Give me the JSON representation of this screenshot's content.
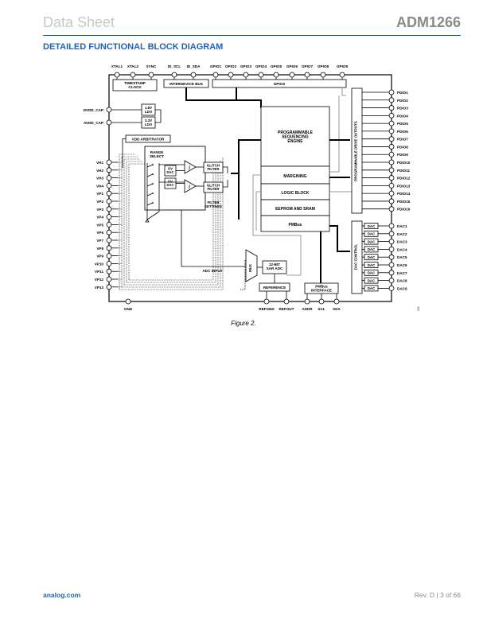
{
  "header": {
    "section": "Data Sheet",
    "part_number": "ADM1266"
  },
  "title": "DETAILED FUNCTIONAL BLOCK DIAGRAM",
  "diagram": {
    "top_pins": [
      "XTAL1",
      "XTAL2",
      "SYNC",
      "ID_SCL",
      "ID_SDA",
      "GPIO1",
      "GPIO2",
      "GPIO3",
      "GPIO4",
      "GPIO5",
      "GPIO6",
      "GPIO7",
      "GPIO8",
      "GPIO9"
    ],
    "left_cap_pins": [
      "DVDD_CAP",
      "AVDD_CAP"
    ],
    "left_input_pins": [
      "VH1",
      "VH2",
      "VH3",
      "VH4",
      "VP1",
      "VP2",
      "VP3",
      "VP4",
      "VP5",
      "VP6",
      "VP7",
      "VP8",
      "VP9",
      "VP10",
      "VP11",
      "VP12",
      "VP13"
    ],
    "pdio_pins": [
      "PDIO1",
      "PDIO2",
      "PDIO3",
      "PDIO4",
      "PDIO5",
      "PDIO6",
      "PDIO7",
      "PDIO8",
      "PDIO9",
      "PDIO10",
      "PDIO11",
      "PDIO12",
      "PDIO13",
      "PDIO14",
      "PDIO15",
      "PDIO16"
    ],
    "dac_pins": [
      "DAC1",
      "DAC2",
      "DAC3",
      "DAC4",
      "DAC5",
      "DAC6",
      "DAC7",
      "DAC8",
      "DAC9"
    ],
    "dac_block_label": "DAC",
    "bottom_pins": [
      "GND",
      "REFGND",
      "REFOUT",
      "ADDR",
      "SCL",
      "SDA"
    ],
    "blocks": {
      "timestamp_clock": [
        "TIMESTAMP",
        "CLOCK"
      ],
      "interdevice_bus": "INTERDEVICE BUS",
      "gpios": "GPIOS",
      "ldo18": [
        "1.8V",
        "LDO"
      ],
      "ldo33": [
        "3.3V",
        "LDO"
      ],
      "vdd_arbitrator": "VDD ARBITRATOR",
      "range_select": [
        "RANGE",
        "SELECT"
      ],
      "ov_dac": [
        "OV",
        "DAC"
      ],
      "uv_dac": [
        "UV",
        "DAC"
      ],
      "glitch_filter": [
        "GLITCH",
        "FILTER"
      ],
      "filter_settings": [
        "FILTER",
        "SETTINGS"
      ],
      "adc_input": "ADC INPUT",
      "mux": "MUX",
      "sar_adc": [
        "12-BIT",
        "SAR ADC"
      ],
      "reference": "REFERENCE",
      "pmbus_interface": [
        "PMBus",
        "INTERFACE"
      ],
      "sequencing_engine": [
        "PROGRAMMABLE",
        "SEQUENCING",
        "ENGINE"
      ],
      "margining": "MARGINING",
      "logic_block": "LOGIC BLOCK",
      "eeprom": "EEPROM AND SRAM",
      "pmbus": "PMBus",
      "drive_outputs": "PROGRAMMABLE DRIVE OUTPUTS",
      "dac_control": "DAC CONTROL"
    },
    "figure_id": "001"
  },
  "caption": "Figure 2.",
  "footer": {
    "website": "analog.com",
    "revision": "Rev. D | 3 of 66"
  }
}
